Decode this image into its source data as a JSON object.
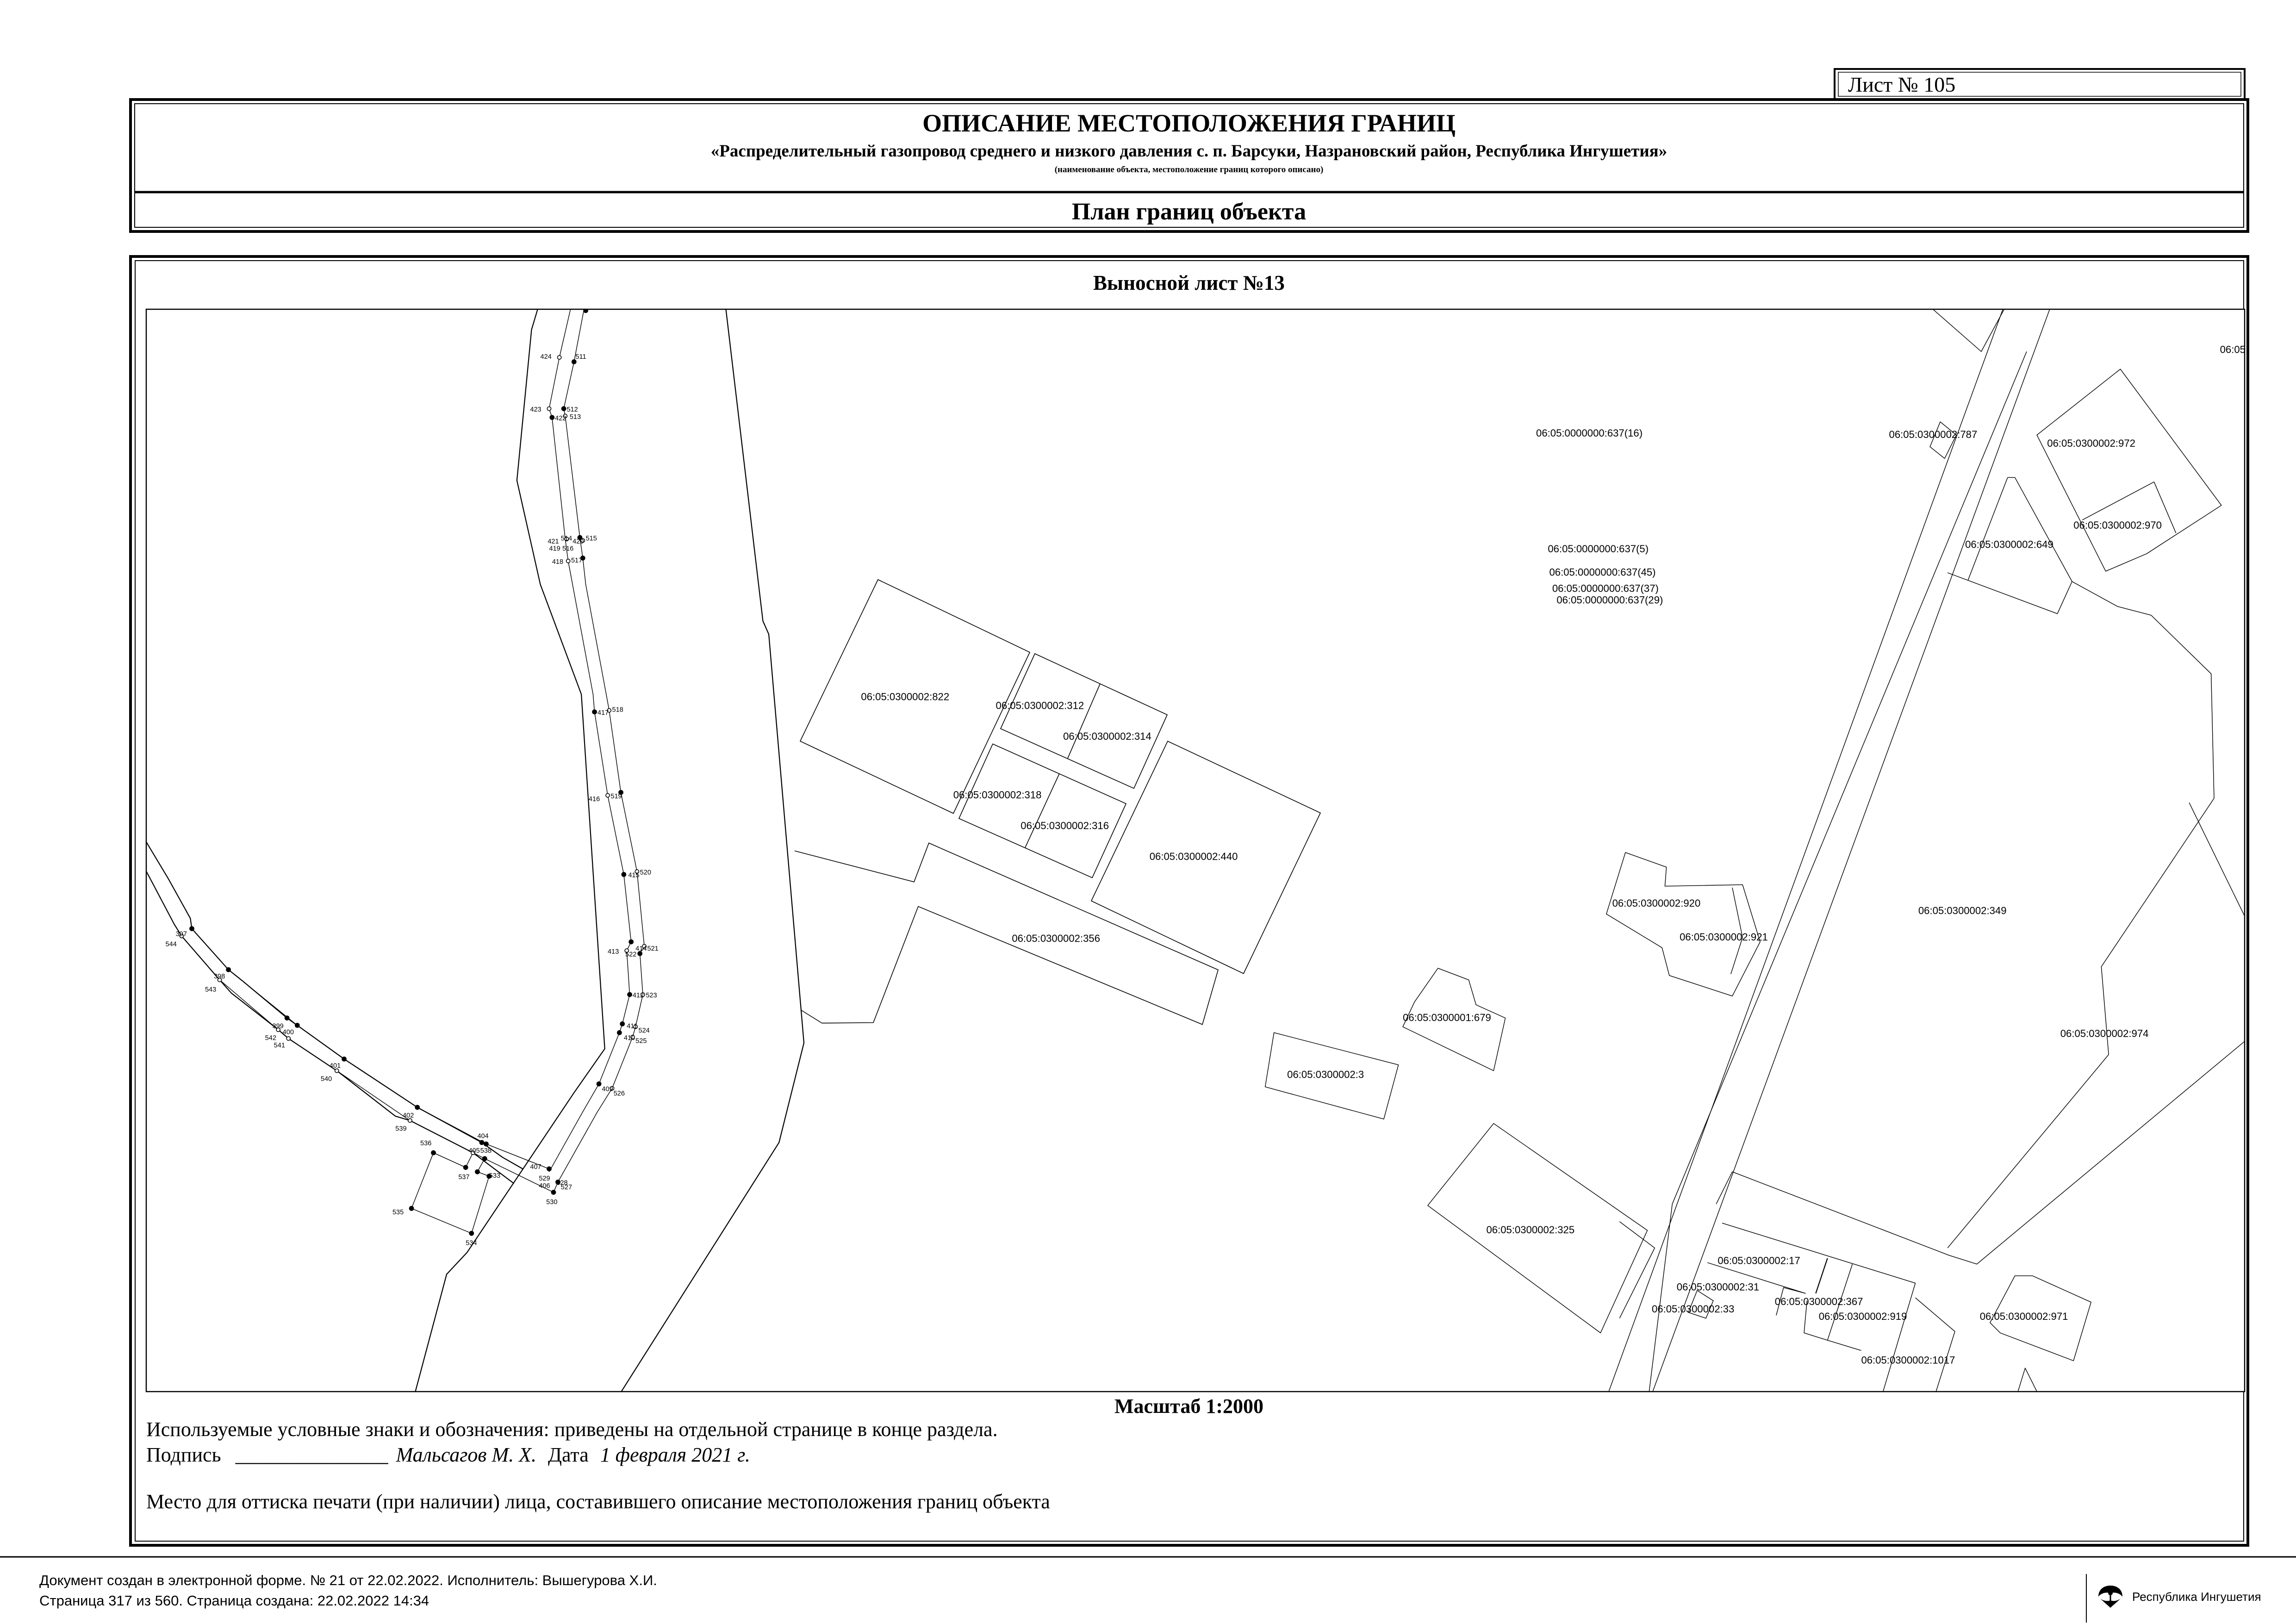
{
  "sheet": {
    "label": "Лист № 105"
  },
  "header": {
    "title": "ОПИСАНИЕ МЕСТОПОЛОЖЕНИЯ ГРАНИЦ",
    "object_name": "«Распределительный газопровод среднего и низкого давления с. п. Барсуки, Назрановский район, Республика Ингушетия»",
    "caption": "(наименование объекта, местоположение границ которого описано)",
    "plan_title": "План границ объекта"
  },
  "map": {
    "title": "Выносной лист №13",
    "scale": "Масштаб 1:2000",
    "parcels": [
      "06:05:0000000:637(16)",
      "06:05:0300002:787",
      "06:05:0300002:972",
      "06:05:0300002:970",
      "06:05:0300002:649",
      "06:05:0000000:637(5)",
      "06:05:0000000:637(45)",
      "06:05:0000000:637(37)",
      "06:05:0000000:637(29)",
      "06:05:0300002:822",
      "06:05:0300002:312",
      "06:05:0300002:314",
      "06:05:0300002:318",
      "06:05:0300002:316",
      "06:05:0300002:440",
      "06:05:0300002:356",
      "06:05:0300002:920",
      "06:05:0300002:921",
      "06:05:0300002:349",
      "06:05:0300001:679",
      "06:05:0300002:974",
      "06:05:0300002:3",
      "06:05:0300002:325",
      "06:05:0300002:17",
      "06:05:0300002:31",
      "06:05:0300002:367",
      "06:05:0300002:33",
      "06:05:0300002:919",
      "06:05:0300002:971",
      "06:05:0300002:1017",
      "06:05:"
    ],
    "points": [
      "424",
      "511",
      "423",
      "512",
      "422",
      "513",
      "421",
      "514",
      "420",
      "515",
      "419",
      "516",
      "418",
      "517",
      "417",
      "518",
      "416",
      "519",
      "415",
      "520",
      "413",
      "522",
      "414",
      "521",
      "412",
      "523",
      "411",
      "524",
      "410",
      "525",
      "409",
      "526",
      "397",
      "544",
      "398",
      "543",
      "399",
      "542",
      "400",
      "541",
      "401",
      "540",
      "402",
      "539",
      "404",
      "536",
      "405",
      "538",
      "537",
      "533",
      "535",
      "534",
      "407",
      "529",
      "406",
      "530",
      "528",
      "527"
    ]
  },
  "legend_note": "Используемые условные знаки и обозначения: приведены на отдельной странице в конце раздела.",
  "signature": {
    "label": "Подпись",
    "blank": "_______________",
    "name": "Мальсагов М. Х.",
    "date_label": "Дата",
    "date": "1 февраля 2021 г."
  },
  "stamp_note": "Место для оттиска печати (при наличии) лица, составившего описание местоположения границ объекта",
  "footer": {
    "line1": "Документ создан в электронной форме. № 21 от 22.02.2022. Исполнитель: Вышегурова Х.И.",
    "line2": "Страница 317 из 560. Страница создана: 22.02.2022 14:34",
    "logo_text": "Республика Ингушетия"
  }
}
